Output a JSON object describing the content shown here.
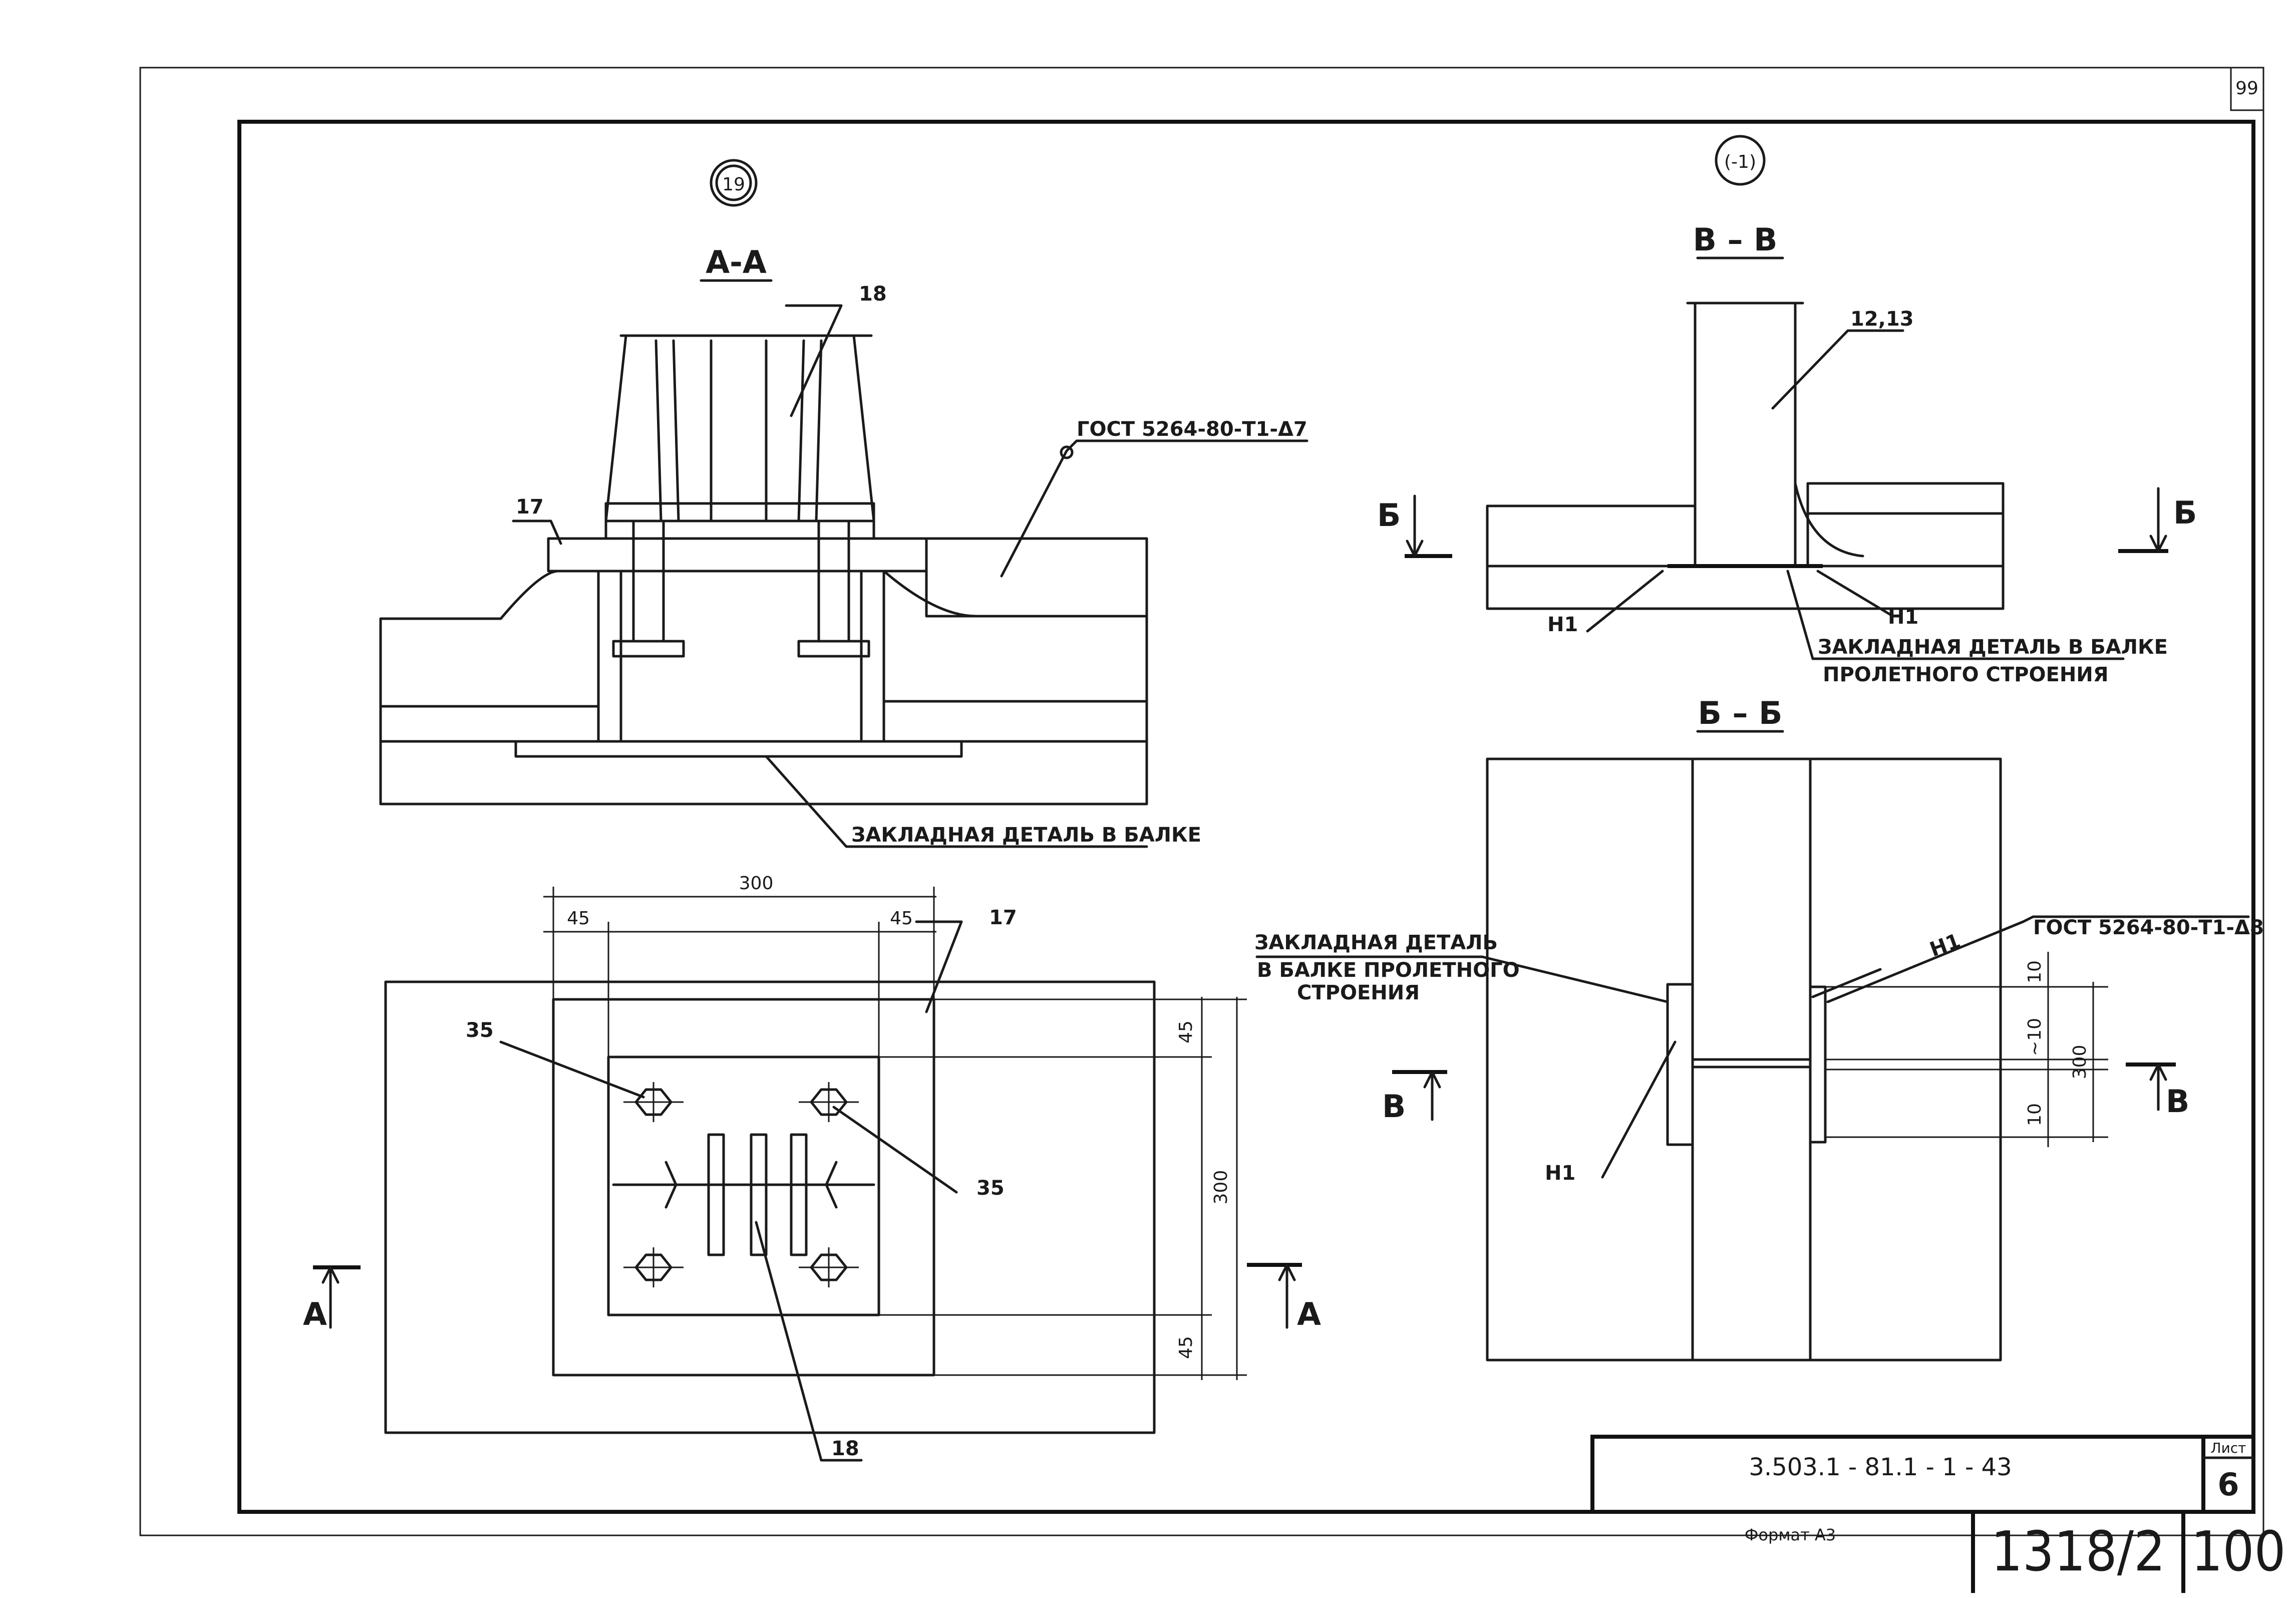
{
  "sheet_number_corner": "99",
  "section_aa": {
    "circle_mark": "19",
    "title": "А-А",
    "label_18": "18",
    "label_17": "17",
    "weld_note": "ГОСТ 5264-80-Т1-Δ7",
    "embedded_note": "ЗАКЛАДНАЯ ДЕТАЛЬ В БАЛКЕ"
  },
  "section_vv": {
    "circle_mark": "(-1)",
    "title": "В – В",
    "label_1213": "12,13",
    "cut_left": "Б",
    "cut_right": "Б",
    "n1_left": "Н1",
    "n1_right": "Н1",
    "embedded_note_line1": "ЗАКЛАДНАЯ ДЕТАЛЬ В БАЛКЕ",
    "embedded_note_line2": "ПРОЛЕТНОГО СТРОЕНИЯ"
  },
  "plan": {
    "dim_300": "300",
    "dim_45_left": "45",
    "dim_45_right": "45",
    "label_17": "17",
    "label_35_left": "35",
    "label_35_right": "35",
    "label_18": "18",
    "dim_45_top": "45",
    "dim_300_vert": "300",
    "dim_45_bottom": "45",
    "cut_left": "А",
    "cut_right": "А"
  },
  "section_bb": {
    "title": "Б – Б",
    "embedded_line1": "ЗАКЛАДНАЯ ДЕТАЛЬ",
    "embedded_line2": "В БАЛКЕ ПРОЛЕТНОГО",
    "embedded_line3": "СТРОЕНИЯ",
    "weld_note": "ГОСТ 5264-80-Т1-Δ8",
    "n1_top": "Н1",
    "n1_left": "Н1",
    "dim_10_top": "10",
    "dim_10_mid": "~10",
    "dim_300": "300",
    "dim_10_bottom": "10",
    "cut_left": "В",
    "cut_right": "В"
  },
  "title_block": {
    "document_code": "3.503.1 - 81.1 - 1 - 43",
    "sheet_label": "Лист",
    "sheet_value": "6",
    "format": "Формат А3",
    "inventory": "1318/2",
    "page": "100"
  }
}
